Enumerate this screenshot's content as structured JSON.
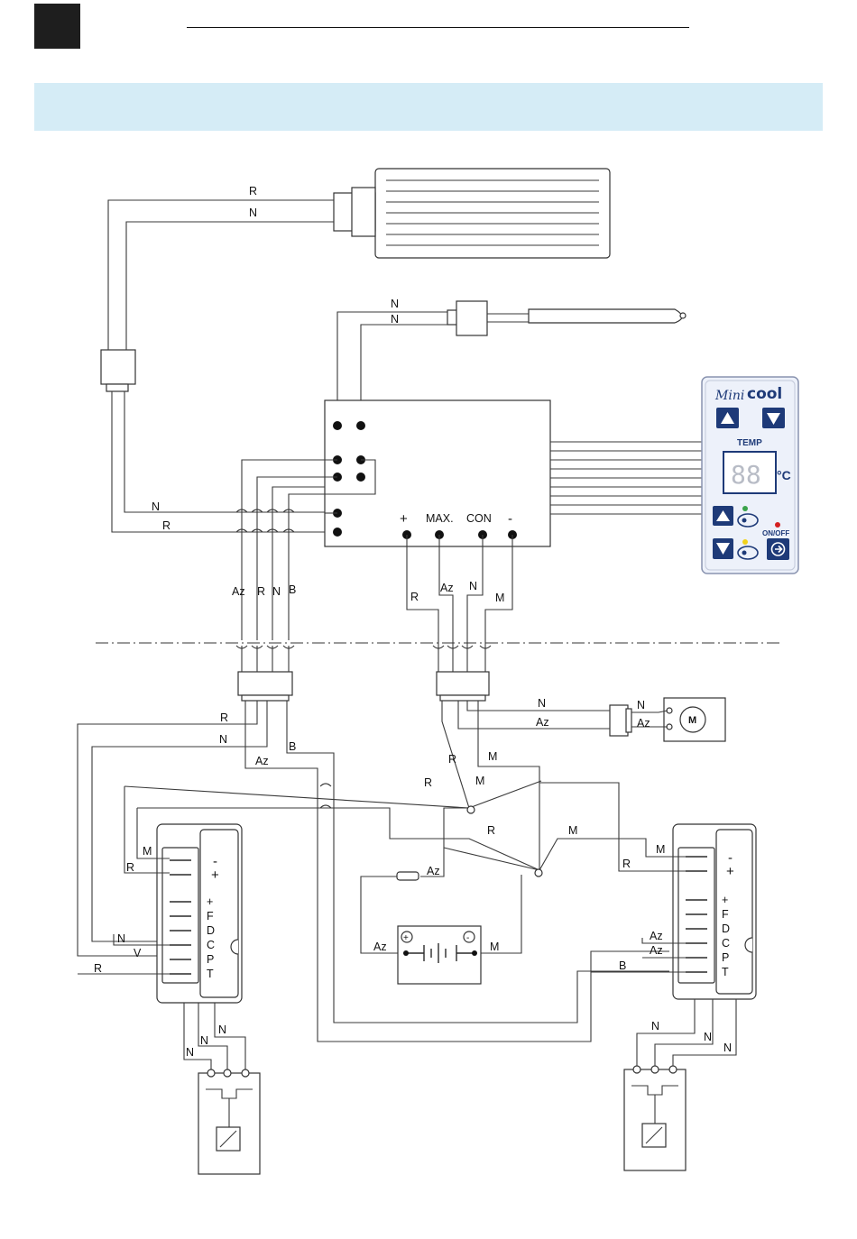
{
  "page": {
    "header_bar_color": "#1e1e1e",
    "band_color": "#d5ecf6"
  },
  "control_panel": {
    "brand_script": "Mini",
    "brand_bold": "cool",
    "temp_label": "TEMP",
    "display_value": "88",
    "unit": "°C",
    "onoff_label": "ON/OFF",
    "accent_color": "#1e3a78",
    "led_green": "#3aa34a",
    "led_yellow": "#f2d21b",
    "led_red": "#d42020"
  },
  "controller": {
    "terminal_labels": [
      "+",
      "MAX.",
      "CON",
      "-"
    ]
  },
  "wire_labels": {
    "top": [
      "R",
      "N",
      "N",
      "N"
    ],
    "left_bus": [
      "N",
      "R"
    ],
    "bundle_left": [
      "Az",
      "R",
      "N",
      "B"
    ],
    "bundle_right": [
      "R",
      "Az",
      "N",
      "M"
    ],
    "motor": [
      "N",
      "Az",
      "N",
      "Az"
    ],
    "motor_symbol": "M",
    "lower": [
      "R",
      "N",
      "Az",
      "B",
      "R",
      "R",
      "M",
      "M",
      "R",
      "M",
      "Az",
      "Az",
      "M",
      "M",
      "R",
      "Az",
      "Az",
      "B",
      "N",
      "V",
      "R",
      "M",
      "R",
      "N",
      "N",
      "N",
      "N",
      "N",
      "N"
    ]
  },
  "relay_left": {
    "signs": [
      "-",
      "+"
    ],
    "letters": [
      "+",
      "F",
      "D",
      "C",
      "P",
      "T"
    ]
  },
  "relay_right": {
    "signs": [
      "-",
      "+"
    ],
    "letters": [
      "+",
      "F",
      "D",
      "C",
      "P",
      "T"
    ]
  },
  "battery": {
    "pos_symbol": "+",
    "neg_symbol": "-"
  }
}
